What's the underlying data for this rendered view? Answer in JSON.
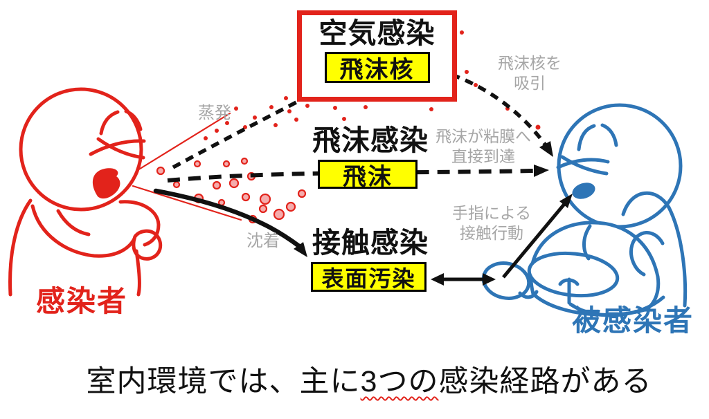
{
  "colors": {
    "infected_red": "#e2231b",
    "recipient_blue": "#2e75b6",
    "tag_yellow": "#ffff00",
    "note_gray": "#a6a6a6",
    "arrow_black": "#111111"
  },
  "figures": {
    "infected": {
      "label": "感染者"
    },
    "recipient": {
      "label": "被感染者"
    }
  },
  "routes": {
    "airborne": {
      "title": "空気感染",
      "tag": "飛沫核",
      "annotation": "蒸発",
      "note_line1": "飛沫核を",
      "note_line2": "吸引"
    },
    "droplet": {
      "title": "飛沫感染",
      "tag": "飛沫",
      "note_line1": "飛沫が粘膜へ",
      "note_line2": "直接到達"
    },
    "contact": {
      "title": "接触感染",
      "tag": "表面汚染",
      "annotation": "沈着",
      "note_line1": "手指による",
      "note_line2": "接触行動"
    }
  },
  "caption": {
    "part1": "室内環境では、主に",
    "part2": "3つの",
    "part3": "感染経路がある"
  }
}
